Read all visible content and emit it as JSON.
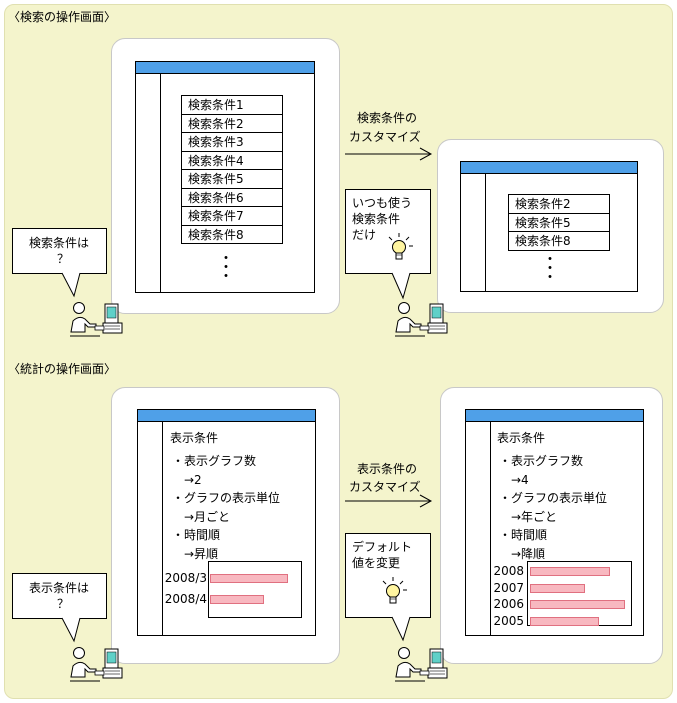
{
  "search_section": {
    "title": "〈検索の操作画面〉",
    "before": {
      "conditions": [
        "検索条件1",
        "検索条件2",
        "検索条件3",
        "検索条件4",
        "検索条件5",
        "検索条件6",
        "検索条件7",
        "検索条件8"
      ],
      "more": "・\n・\n・"
    },
    "after": {
      "conditions": [
        "検索条件2",
        "検索条件5",
        "検索条件8"
      ],
      "more": "・\n・\n・"
    },
    "arrow_label": [
      "検索条件の",
      "カスタマイズ"
    ],
    "user_bubble": [
      "検索条件は",
      "？"
    ],
    "idea_bubble": [
      "いつも使う",
      "検索条件",
      "だけ"
    ]
  },
  "stats_section": {
    "title": "〈統計の操作画面〉",
    "before": {
      "heading": "表示条件",
      "items": [
        "・表示グラフ数",
        "　→2",
        "・グラフの表示単位",
        "　→月ごと",
        "・時間順",
        "　→昇順"
      ],
      "chart_data": {
        "type": "bar",
        "orientation": "horizontal",
        "categories": [
          "2008/3",
          "2008/4"
        ],
        "values": [
          0.8,
          0.55
        ]
      }
    },
    "after": {
      "heading": "表示条件",
      "items": [
        "・表示グラフ数",
        "　→4",
        "・グラフの表示単位",
        "　→年ごと",
        "・時間順",
        "　→降順"
      ],
      "chart_data": {
        "type": "bar",
        "orientation": "horizontal",
        "categories": [
          "2008",
          "2007",
          "2006",
          "2005"
        ],
        "values": [
          0.78,
          0.53,
          0.92,
          0.67
        ]
      }
    },
    "arrow_label": [
      "表示条件の",
      "カスタマイズ"
    ],
    "user_bubble": [
      "表示条件は",
      "？"
    ],
    "idea_bubble": [
      "デフォルト",
      "値を変更"
    ]
  },
  "colors": {
    "background": "#f4f4cc",
    "title_bar": "#4fa0e8",
    "bar_fill": "#f8b8c0",
    "bar_stroke": "#e07080",
    "bulb": "#fff5a0"
  },
  "icons": [
    "user-at-computer-icon",
    "light-bulb-icon",
    "right-arrow-icon"
  ]
}
